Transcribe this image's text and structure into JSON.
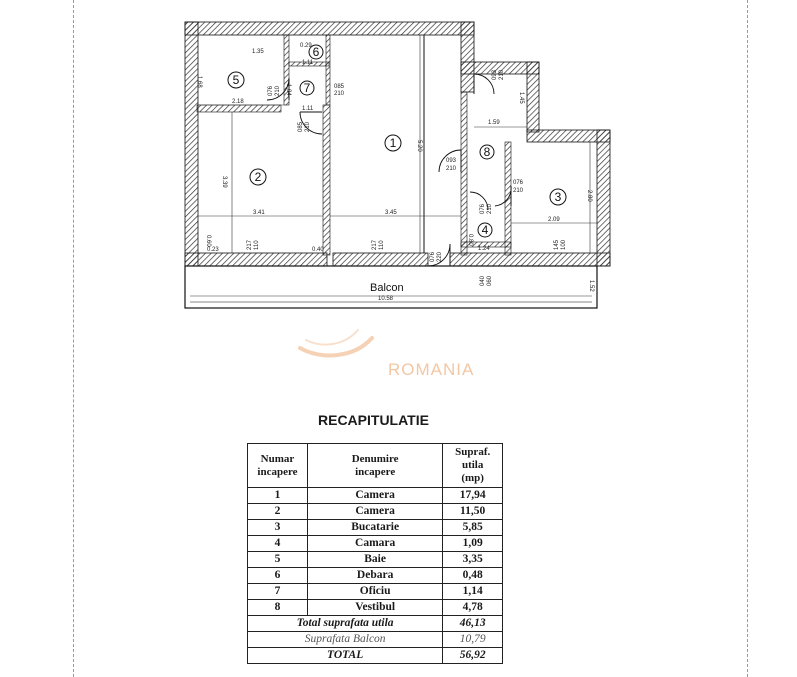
{
  "plan": {
    "room_labels": [
      "1",
      "2",
      "3",
      "4",
      "5",
      "6",
      "7",
      "8"
    ],
    "balcon_label": "Balcon",
    "dimensions": {
      "d_135": "1.35",
      "d_168": "1.68",
      "d_218": "2.18",
      "d_111a": "1.11",
      "d_111b": "1.11",
      "d_029": "0.29",
      "d_184": "1.84",
      "d_339": "3.39",
      "d_341": "3.41",
      "d_345": "3.45",
      "d_520": "5.20",
      "d_159": "1.59",
      "d_145": "1.45",
      "d_280": "2.80",
      "d_209": "2.09",
      "d_124": "1.24",
      "d_080": "0.80",
      "d_040": "0.40",
      "d_023": "0.23",
      "d_1058": "10.58",
      "d_152": "1.52",
      "d_060": "0.60"
    },
    "openings": {
      "o_076_210_a": [
        "076",
        "210"
      ],
      "o_085_210_a": [
        "085",
        "210"
      ],
      "o_085_210_b": [
        "085",
        "210"
      ],
      "o_093_210_a": [
        "093",
        "210"
      ],
      "o_093_210_b": [
        "093",
        "210"
      ],
      "o_076_210_b": [
        "076",
        "210"
      ],
      "o_076_210_c": [
        "076",
        "210"
      ],
      "o_217_110_a": [
        "217",
        "110"
      ],
      "o_217_110_b": [
        "217",
        "110"
      ],
      "o_076_220": [
        "076",
        "220"
      ],
      "o_145_100": [
        "145",
        "100"
      ],
      "o_040_060": [
        "040",
        "060"
      ]
    }
  },
  "watermark": "ROMANIA",
  "recap": {
    "title": "RECAPITULATIE",
    "headers": {
      "num": [
        "Numar",
        "incapere"
      ],
      "name": [
        "Denumire",
        "incapere"
      ],
      "area": [
        "Supraf.",
        "utila",
        "(mp)"
      ]
    },
    "rows": [
      {
        "num": "1",
        "name": "Camera",
        "area": "17,94"
      },
      {
        "num": "2",
        "name": "Camera",
        "area": "11,50"
      },
      {
        "num": "3",
        "name": "Bucatarie",
        "area": "5,85"
      },
      {
        "num": "4",
        "name": "Camara",
        "area": "1,09"
      },
      {
        "num": "5",
        "name": "Baie",
        "area": "3,35"
      },
      {
        "num": "6",
        "name": "Debara",
        "area": "0,48"
      },
      {
        "num": "7",
        "name": "Oficiu",
        "area": "1,14"
      },
      {
        "num": "8",
        "name": "Vestibul",
        "area": "4,78"
      }
    ],
    "totals": [
      {
        "label": "Total suprafata utila",
        "value": "46,13"
      },
      {
        "label": "Suprafata Balcon",
        "value": "10,79"
      },
      {
        "label": "TOTAL",
        "value": "56,92"
      }
    ]
  }
}
